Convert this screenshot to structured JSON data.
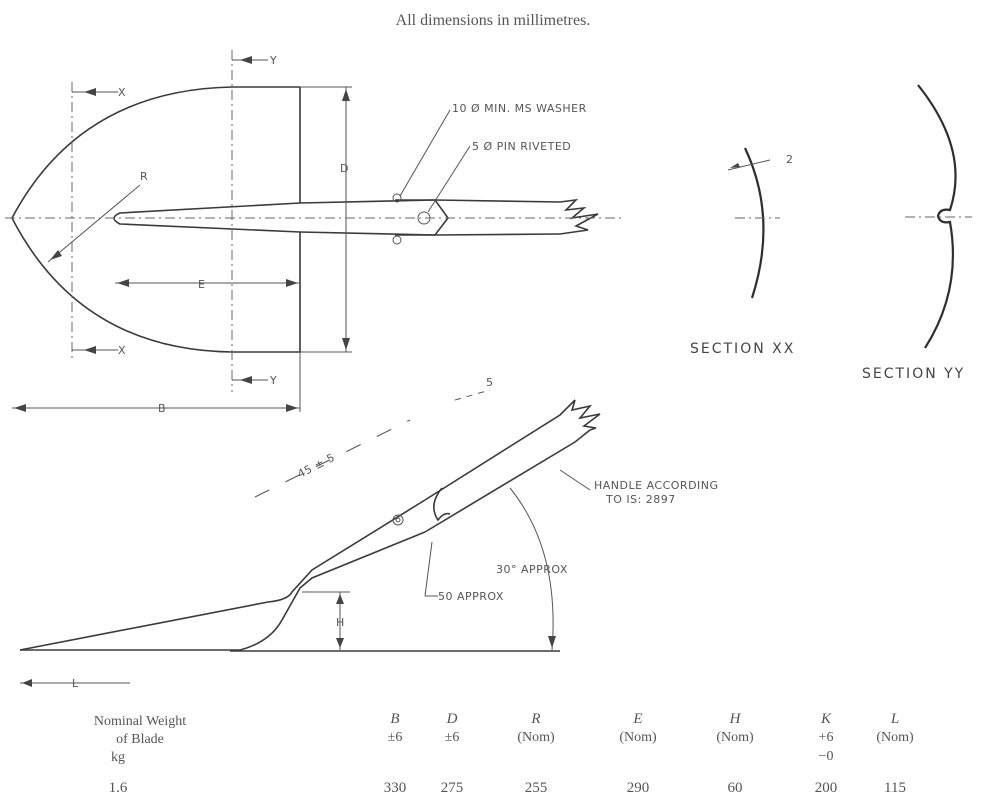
{
  "caption": "All dimensions in millimetres.",
  "labels": {
    "washer": "10 Ø MIN. MS WASHER",
    "pin": "5 Ø PIN RIVETED",
    "handle_line1": "HANDLE ACCORDING",
    "handle_line2": "TO IS: 2897",
    "angle30": "30° APPROX",
    "dim50": "50 APPROX",
    "angle45": "45 ± 5",
    "dim5": "5",
    "dim2": "2",
    "section_xx": "SECTION XX",
    "section_yy": "SECTION YY",
    "cut_x": "X",
    "cut_y": "Y",
    "dim_D": "D",
    "dim_E": "E",
    "dim_B": "B",
    "dim_R": "R",
    "dim_H": "H",
    "dim_L": "L"
  },
  "table": {
    "head_weight_line1": "Nominal Weight",
    "head_weight_line2": "of Blade",
    "head_weight_line3": "kg",
    "columns": [
      {
        "sym": "B",
        "tol1": "±6",
        "tol2": ""
      },
      {
        "sym": "D",
        "tol1": "±6",
        "tol2": ""
      },
      {
        "sym": "R",
        "tol1": "(Nom)",
        "tol2": ""
      },
      {
        "sym": "E",
        "tol1": "(Nom)",
        "tol2": ""
      },
      {
        "sym": "H",
        "tol1": "(Nom)",
        "tol2": ""
      },
      {
        "sym": "K",
        "tol1": "+6",
        "tol2": "−0"
      },
      {
        "sym": "L",
        "tol1": "(Nom)",
        "tol2": ""
      }
    ],
    "row": {
      "weight": "1.6",
      "values": [
        "330",
        "275",
        "255",
        "290",
        "60",
        "200",
        "115"
      ]
    }
  }
}
